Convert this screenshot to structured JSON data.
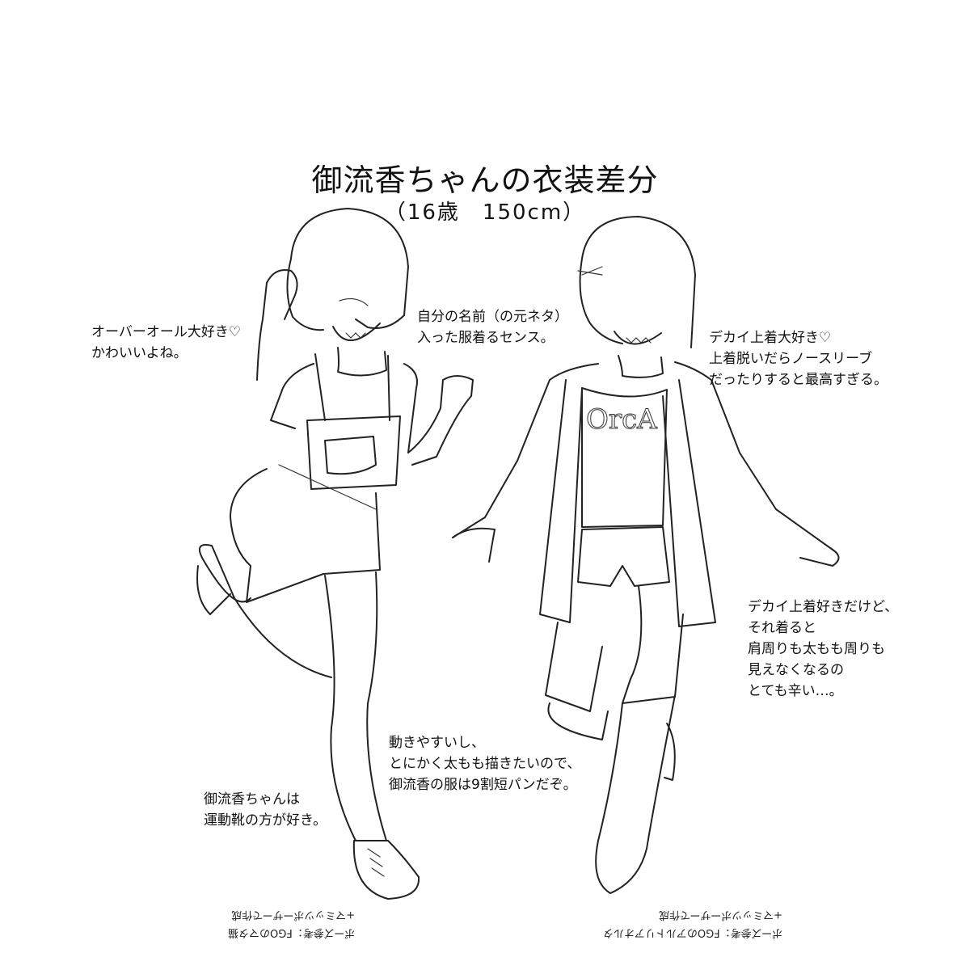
{
  "header": {
    "title": "御流香ちゃんの衣装差分",
    "subtitle": "（16歳　150cm）"
  },
  "notes": {
    "overalls": "オーバーオール大好き♡\nかわいいよね。",
    "name_shirt": "自分の名前（の元ネタ）\n入った服着るセンス。",
    "jacket": "デカイ上着大好き♡\n上着脱いだらノースリーブ\nだったりすると最高すぎる。",
    "jacket_issue": "デカイ上着好きだけど、\nそれ着ると\n肩周りも太もも周りも\n見えなくなるの\nとても辛い…。",
    "shorts": "動きやすいし、\nとにかく太もも描きたいので、\n御流香の服は9割短パンだぞ。",
    "sneakers": "御流香ちゃんは\n運動靴の方が好き。"
  },
  "shirt_logo": "OrcA",
  "credits": {
    "left": "ポーズ参考：FGOのマタ猫\n+マミッツポーザーで作成",
    "right": "ポーズ参考：FGOのアルトリアオルタ\n+マミッツポーザーで作成"
  }
}
